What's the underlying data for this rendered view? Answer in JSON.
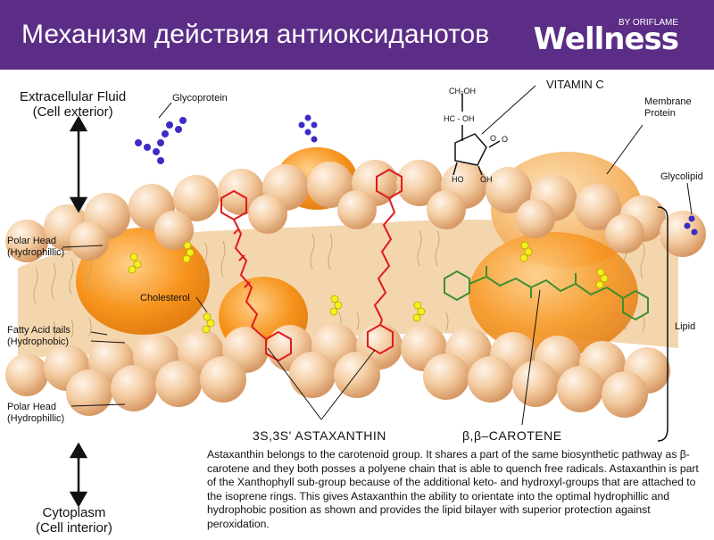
{
  "header": {
    "title": "Механизм действия антиоксиданотов",
    "brand_main": "Wellness",
    "brand_sub": "BY ORIFLAME"
  },
  "labels": {
    "extracellular_line1": "Extracellular Fluid",
    "extracellular_line2": "(Cell exterior)",
    "glycoprotein": "Glycoprotein",
    "vitamin_c": "VITAMIN C",
    "membrane_protein_line1": "Membrane",
    "membrane_protein_line2": "Protein",
    "glycolipid": "Glycolipid",
    "polar_head_top_line1": "Polar Head",
    "polar_head_top_line2": "(Hydrophillic)",
    "cholesterol": "Cholesterol",
    "fatty_acid_line1": "Fatty Acid tails",
    "fatty_acid_line2": "(Hydrophobic)",
    "lipid": "Lipid",
    "polar_head_bottom_line1": "Polar Head",
    "polar_head_bottom_line2": "(Hydrophillic)",
    "astaxanthin": "3S,3S' ASTAXANTHIN",
    "carotene": "β,β–CAROTENE",
    "cytoplasm_line1": "Cytoplasm",
    "cytoplasm_line2": "(Cell interior)",
    "vitc_ch2oh": "CH₂OH",
    "vitc_hcoh": "HC - OH",
    "vitc_o": "O",
    "vitc_o2": "O",
    "vitc_ho": "HO",
    "vitc_oh": "OH"
  },
  "description": "Astaxanthin belongs to the carotenoid group. It shares a part of the same biosynthetic pathway as β-carotene and they both posses a polyene chain that is able to quench free radicals.  Astaxanthin is part of the Xanthophyll sub-group because of the additional keto- and hydroxyl-groups that are attached to the isoprene rings. This gives Astaxanthin the ability to orientate into the optimal hydrophillic and hydrophobic position as shown and provides the lipid bilayer with superior protection against peroxidation.",
  "colors": {
    "header_bg": "#5b2d86",
    "head_fill": "#f2c89c",
    "tail_zone": "#f5d9b5",
    "protein": "#f7941d",
    "astaxanthin": "#e01b1b",
    "carotene": "#3d8f2f",
    "glyco": "#3b2cc4",
    "cholesterol": "#f3f01c"
  }
}
